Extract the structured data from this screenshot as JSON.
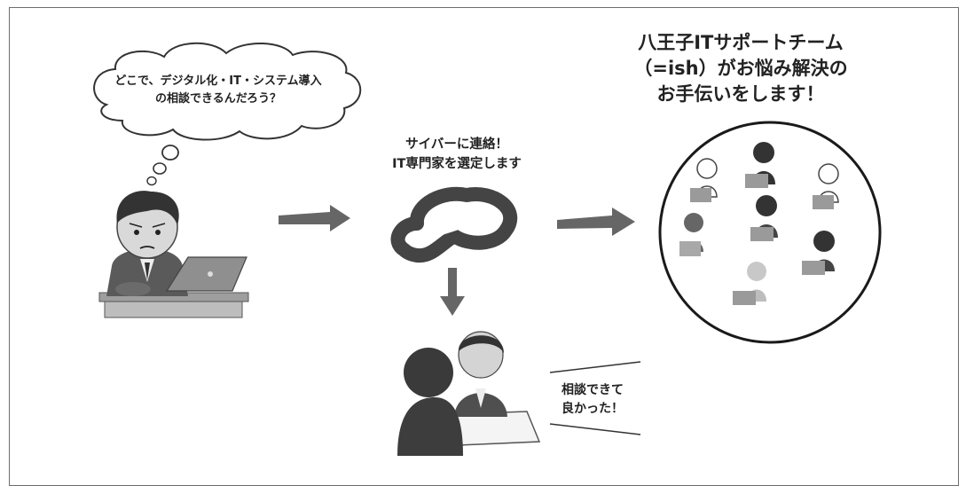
{
  "thought_bubble": {
    "line1": "どこで、デジタル化・IT・システム導入",
    "line2": "の相談できるんだろう？"
  },
  "contact_caption": {
    "line1": "サイバーに連絡！",
    "line2": "IT専門家を選定します"
  },
  "team_caption": {
    "line1": "八王子ITサポートチーム",
    "line2": "（=ish）がお悩み解決の",
    "line3": "お手伝いをします！"
  },
  "result_caption": {
    "line1": "相談できて",
    "line2": "良かった！"
  },
  "colors": {
    "ink": "#222222",
    "arrow": "#666666",
    "frame": "#6d6d6d"
  }
}
